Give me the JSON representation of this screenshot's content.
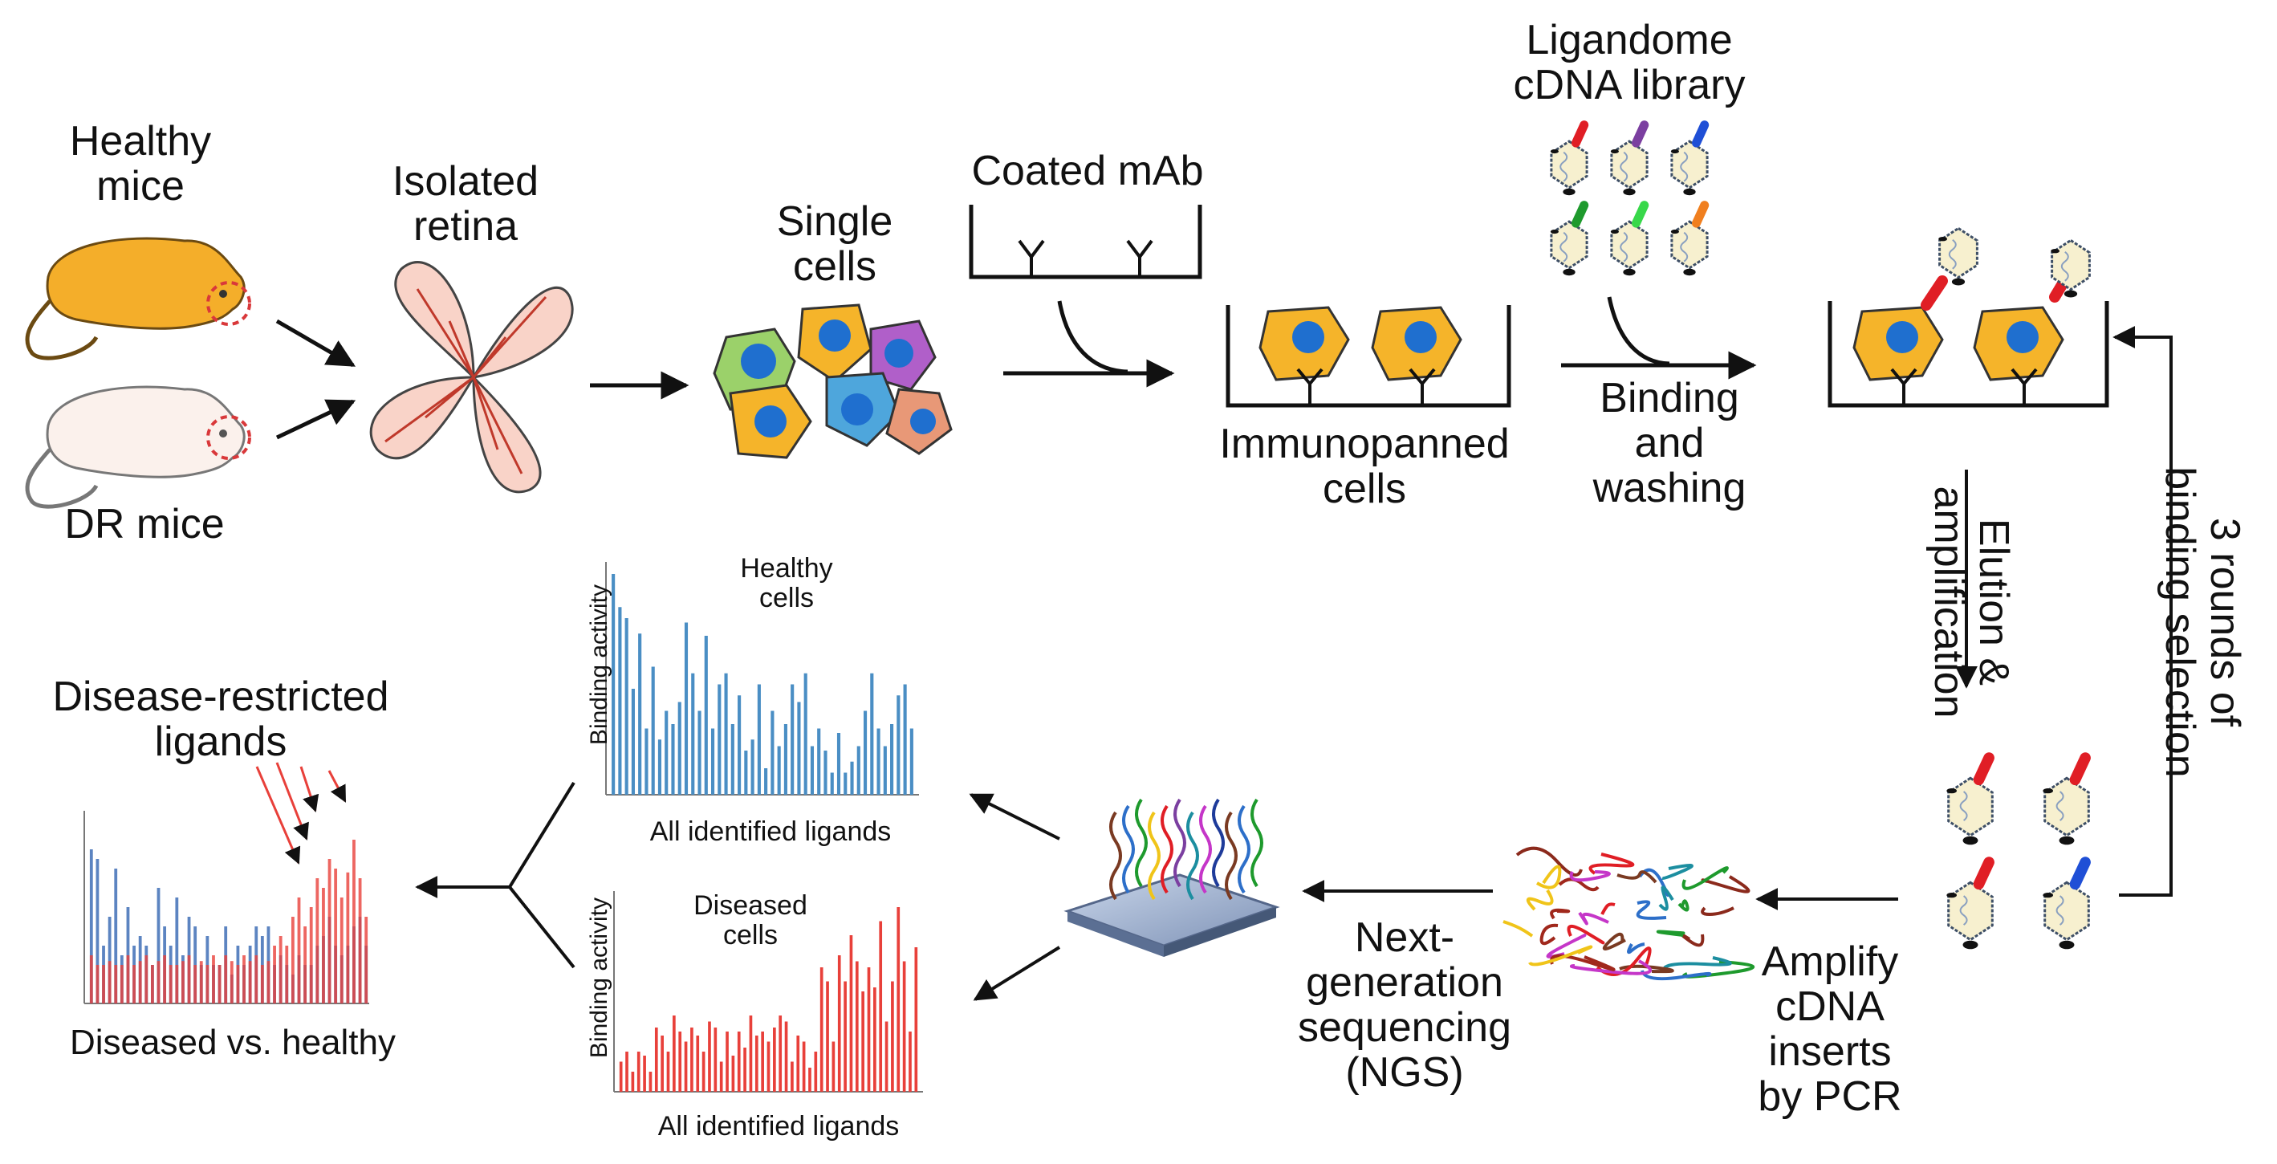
{
  "labels": {
    "healthy_mice": "Healthy\nmice",
    "dr_mice": "DR mice",
    "isolated_retina": "Isolated\nretina",
    "single_cells": "Single\ncells",
    "coated_mab": "Coated mAb",
    "ligandome_library": "Ligandome\ncDNA library",
    "immunopanned_cells": "Immunopanned\ncells",
    "binding_washing": "Binding\nand\nwashing",
    "rounds": "3 rounds of\nbinding selection",
    "elution": "Elution &\namplification",
    "amplify": "Amplify\ncDNA\ninserts\nby PCR",
    "ngs": "Next-\ngeneration\nsequencing\n(NGS)",
    "disease_restricted": "Disease-restricted\nligands",
    "diseased_vs_healthy": "Diseased vs. healthy",
    "healthy_cells": "Healthy\ncells",
    "diseased_cells": "Diseased\ncells",
    "binding_activity": "Binding activity",
    "all_identified": "All identified ligands"
  },
  "colors": {
    "mouse_healthy": "#f4ae2a",
    "mouse_dr": "#fbf1ec",
    "healthy_bar": "#4a8ec4",
    "diseased_bar": "#e8403a",
    "overlay_blue": "#3f6fb6",
    "overlay_dark": "#4a3e84",
    "cell_yellow": "#f5b42a",
    "nucleus": "#1f6fcf"
  },
  "chart_data": [
    {
      "type": "bar",
      "ylabel": "Binding activity",
      "xlabel": "All identified ligands",
      "series": [
        {
          "name": "Healthy cells",
          "values": [
            1.0,
            0.85,
            0.8,
            0.48,
            0.73,
            0.3,
            0.58,
            0.25,
            0.38,
            0.32,
            0.42,
            0.78,
            0.55,
            0.38,
            0.72,
            0.3,
            0.5,
            0.55,
            0.32,
            0.45,
            0.2,
            0.25,
            0.5,
            0.12,
            0.38,
            0.22,
            0.32,
            0.5,
            0.42,
            0.55,
            0.22,
            0.3,
            0.2,
            0.1,
            0.28,
            0.1,
            0.15,
            0.22,
            0.38,
            0.55,
            0.3,
            0.22,
            0.32,
            0.45,
            0.5,
            0.3
          ]
        }
      ]
    },
    {
      "type": "bar",
      "ylabel": "Binding activity",
      "xlabel": "All identified ligands",
      "series": [
        {
          "name": "Diseased cells",
          "values": [
            0.15,
            0.2,
            0.1,
            0.2,
            0.18,
            0.1,
            0.32,
            0.28,
            0.2,
            0.38,
            0.3,
            0.25,
            0.32,
            0.28,
            0.2,
            0.35,
            0.32,
            0.15,
            0.3,
            0.18,
            0.3,
            0.22,
            0.38,
            0.28,
            0.3,
            0.25,
            0.32,
            0.38,
            0.35,
            0.15,
            0.28,
            0.25,
            0.12,
            0.2,
            0.62,
            0.55,
            0.25,
            0.68,
            0.55,
            0.78,
            0.65,
            0.5,
            0.62,
            0.52,
            0.85,
            0.35,
            0.55,
            0.92,
            0.65,
            0.3,
            0.72
          ]
        }
      ]
    },
    {
      "type": "bar",
      "xlabel": "Diseased vs. healthy",
      "series": [
        {
          "name": "Healthy",
          "values": [
            0.8,
            0.75,
            0.3,
            0.45,
            0.7,
            0.25,
            0.5,
            0.3,
            0.35,
            0.3,
            0.2,
            0.6,
            0.4,
            0.3,
            0.55,
            0.25,
            0.45,
            0.4,
            0.2,
            0.35,
            0.2,
            0.2,
            0.4,
            0.15,
            0.3,
            0.2,
            0.3,
            0.4,
            0.35,
            0.4,
            0.2,
            0.25,
            0.2,
            0.15,
            0.25,
            0.2,
            0.2,
            0.3,
            0.35,
            0.45,
            0.3,
            0.25,
            0.3,
            0.4,
            0.45,
            0.3
          ]
        },
        {
          "name": "Diseased",
          "values": [
            0.25,
            0.2,
            0.2,
            0.22,
            0.2,
            0.2,
            0.25,
            0.2,
            0.22,
            0.25,
            0.2,
            0.22,
            0.25,
            0.2,
            0.2,
            0.22,
            0.25,
            0.2,
            0.22,
            0.2,
            0.25,
            0.2,
            0.25,
            0.22,
            0.2,
            0.25,
            0.22,
            0.25,
            0.2,
            0.22,
            0.3,
            0.35,
            0.3,
            0.45,
            0.55,
            0.4,
            0.5,
            0.65,
            0.6,
            0.75,
            0.7,
            0.55,
            0.68,
            0.85,
            0.65,
            0.45
          ]
        }
      ]
    }
  ]
}
